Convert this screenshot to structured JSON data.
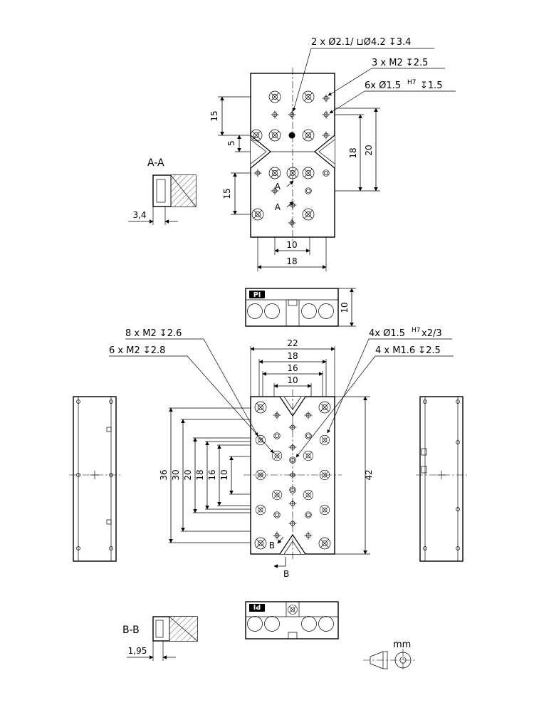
{
  "brand": {
    "logo_text": "PI"
  },
  "units": {
    "label": "mm"
  },
  "top_view": {
    "callout_counterbore": "2 x Ø2.1/ ⊔Ø4.2 ↧3.4",
    "callout_thread": "3 x M2 ↧2.5",
    "callout_fit": {
      "pre": "6x Ø1.5",
      "sup": "H7",
      "post": "↧1.5"
    },
    "dims": {
      "left15a": "15",
      "left5": "5",
      "left15b": "15",
      "right18": "18",
      "right20": "20",
      "bottom10": "10",
      "bottom18": "18"
    },
    "section_label": "A"
  },
  "section_aa": {
    "title": "A-A",
    "dim_34": "3,4"
  },
  "front_view_top": {
    "dim_10": "10"
  },
  "main_view": {
    "callout_m2a": "8 x M2 ↧2.6",
    "callout_m2b": "6 x M2 ↧2.8",
    "callout_fit": {
      "pre": "4x Ø1.5",
      "sup": "H7",
      "post": "x2/3"
    },
    "callout_m16": "4 x M1.6 ↧2.5",
    "dims": {
      "top22": "22",
      "top18": "18",
      "top16": "16",
      "top10": "10",
      "left36": "36",
      "left30": "30",
      "left20": "20",
      "left18": "18",
      "left16": "16",
      "left10": "10",
      "right42": "42"
    },
    "section_label": "B"
  },
  "section_bb": {
    "title": "B-B",
    "dim_195": "1,95"
  }
}
